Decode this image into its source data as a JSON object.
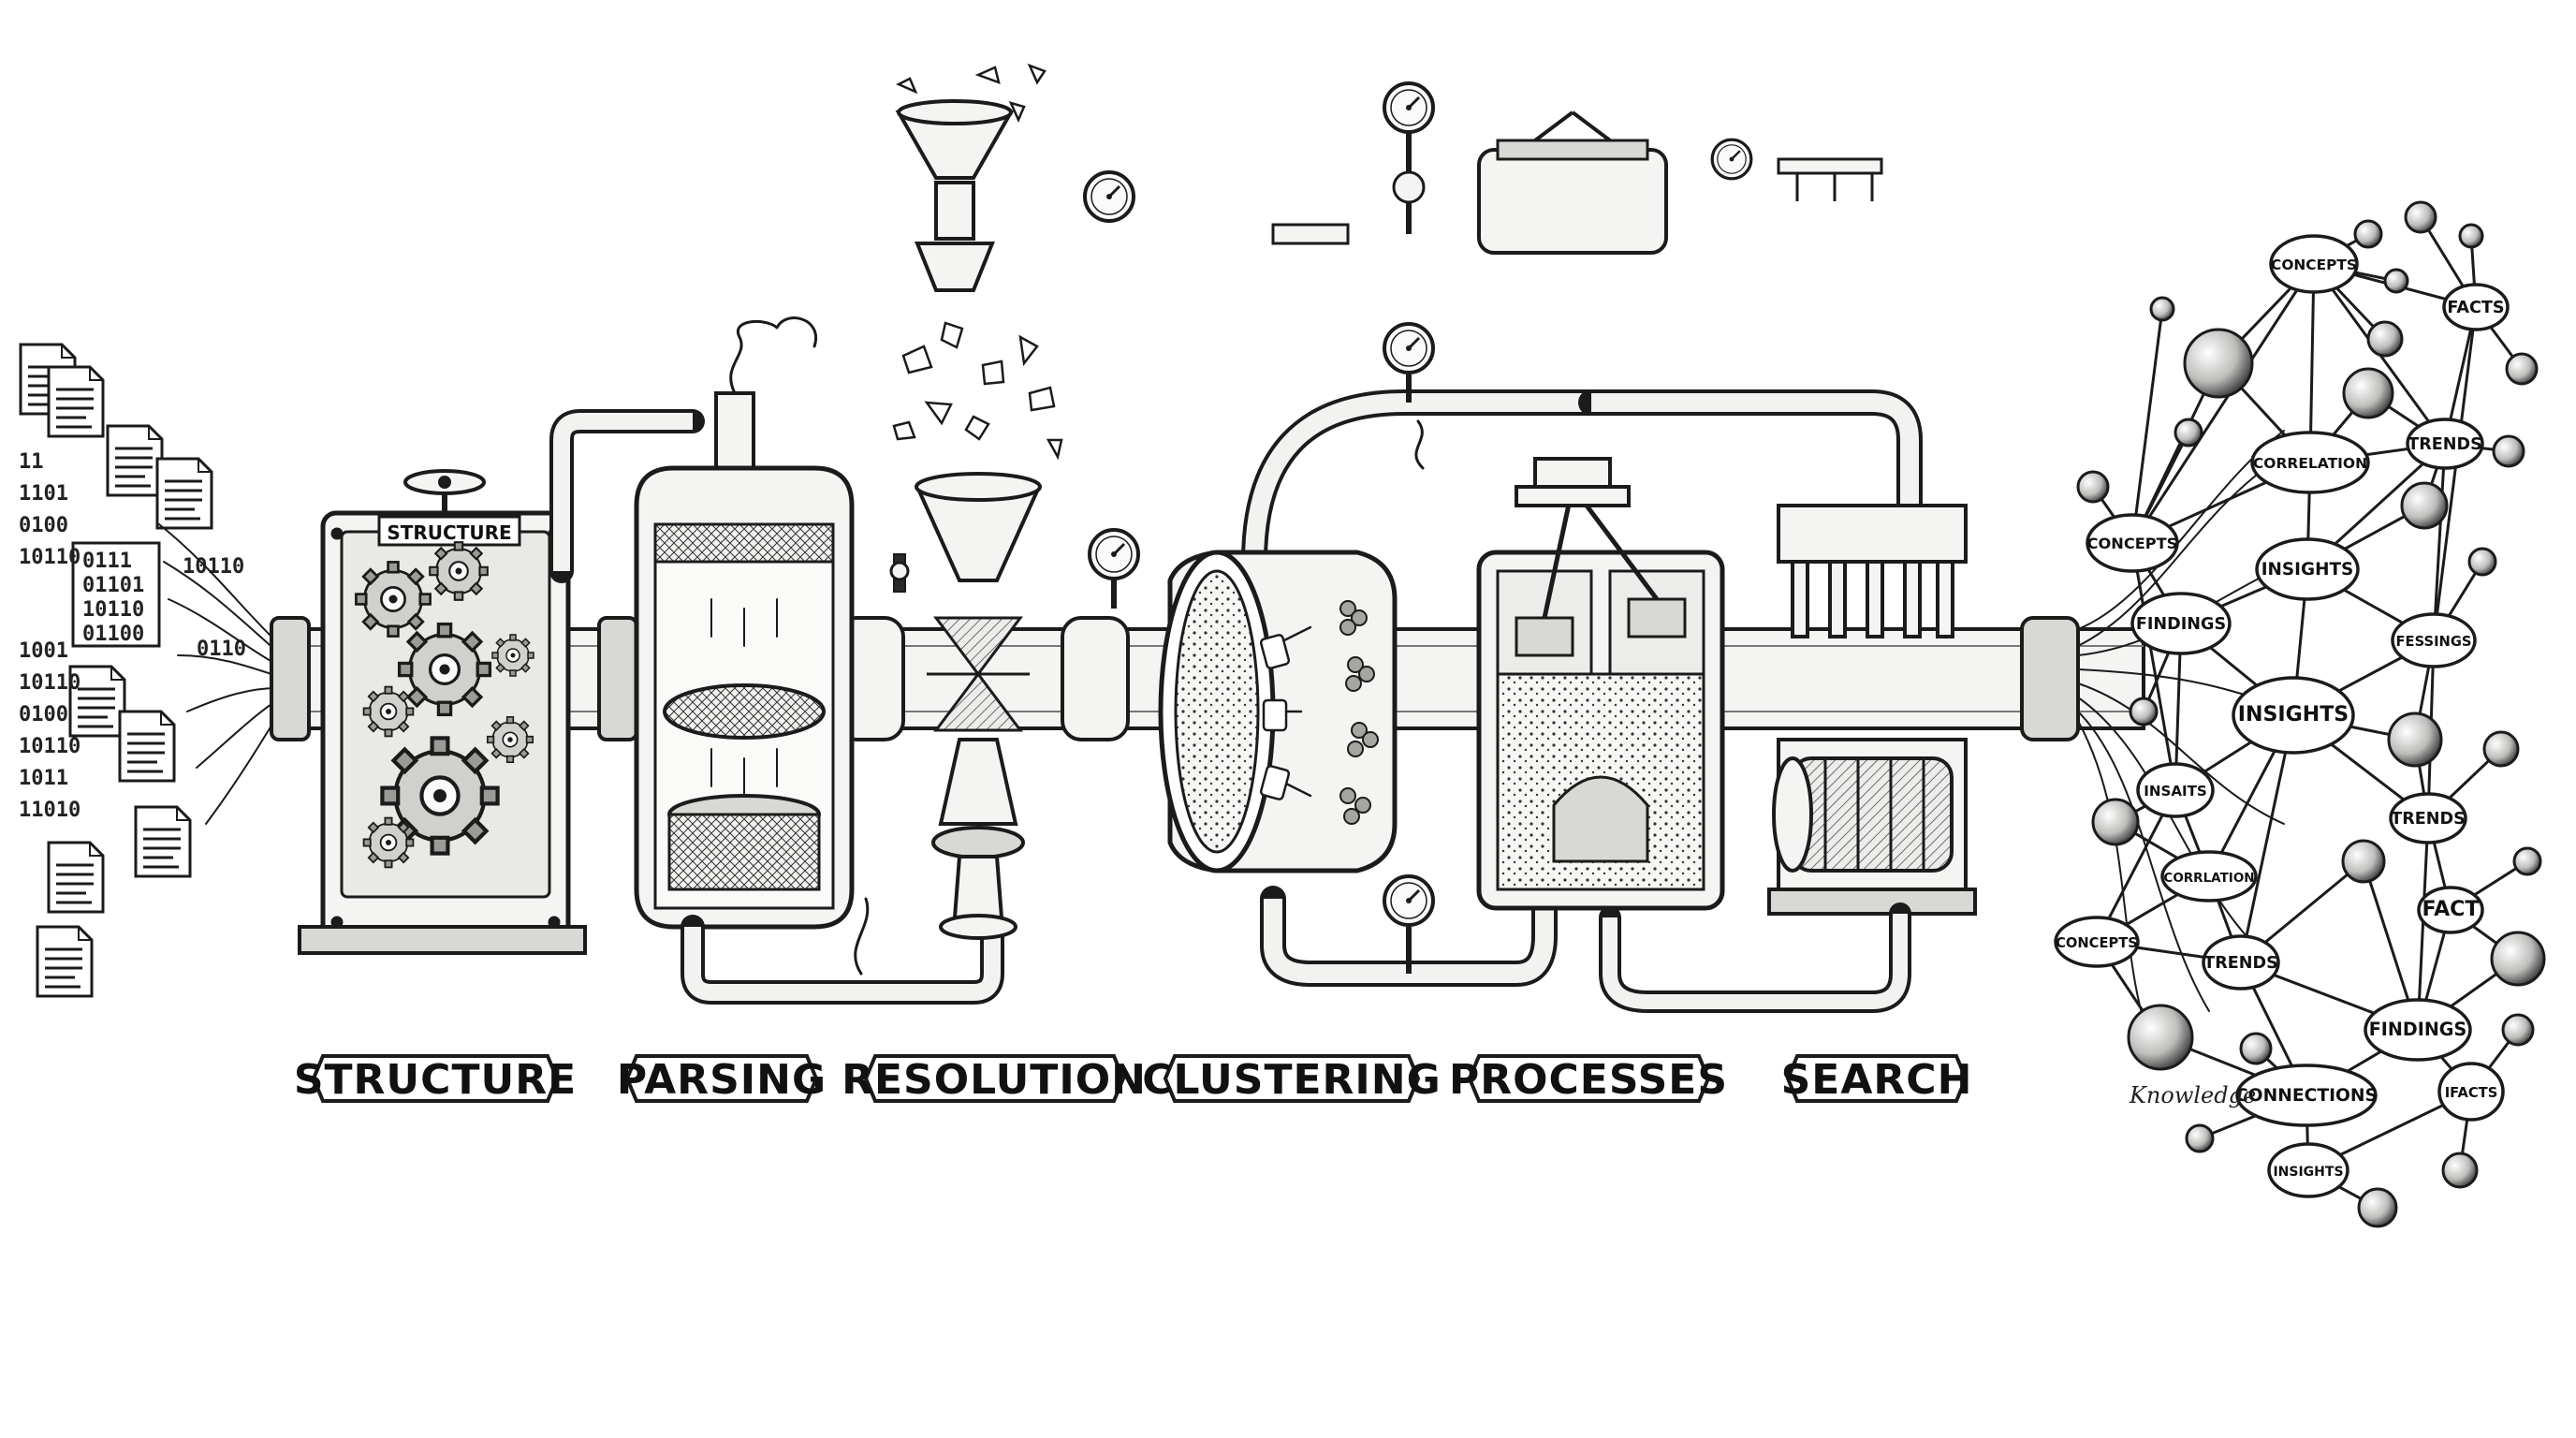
{
  "stages": [
    {
      "id": "structure",
      "label": "STRUCTURE"
    },
    {
      "id": "parsing",
      "label": "PARSING"
    },
    {
      "id": "resolution",
      "label": "RESOLUTION"
    },
    {
      "id": "clustering",
      "label": "CLUSTERING"
    },
    {
      "id": "processes",
      "label": "PROCESSES"
    },
    {
      "id": "search",
      "label": "SEARCH"
    }
  ],
  "machine_plate": "STRUCTURE",
  "binary_stream": [
    "11",
    "1101",
    "0100",
    "10110",
    "1001",
    "10110",
    "0100",
    "10110",
    "1011",
    "11010",
    "10110",
    "0110"
  ],
  "chip_code": [
    "0111",
    "01101",
    "10110",
    "01100"
  ],
  "network": {
    "nodes": [
      {
        "id": "n1",
        "label": "CONCEPTS"
      },
      {
        "id": "n2",
        "label": "FACTS"
      },
      {
        "id": "n3",
        "label": "CORRELATION"
      },
      {
        "id": "n4",
        "label": "TRENDS"
      },
      {
        "id": "n5",
        "label": "CONCEPTS"
      },
      {
        "id": "n6",
        "label": "INSIGHTS"
      },
      {
        "id": "n7",
        "label": "FINDINGS"
      },
      {
        "id": "n8",
        "label": "FESSINGS"
      },
      {
        "id": "n9",
        "label": "INSIGHTS"
      },
      {
        "id": "n10",
        "label": "INSAITS"
      },
      {
        "id": "n11",
        "label": "TRENDS"
      },
      {
        "id": "n12",
        "label": "CORRLATION"
      },
      {
        "id": "n13",
        "label": "FACT"
      },
      {
        "id": "n14",
        "label": "CONCEPTS"
      },
      {
        "id": "n15",
        "label": "TRENDS"
      },
      {
        "id": "n16",
        "label": "FINDINGS"
      },
      {
        "id": "n17",
        "label": "CONNECTIONS"
      },
      {
        "id": "n18",
        "label": "IFACTS"
      },
      {
        "id": "n19",
        "label": "INSIGHTS"
      }
    ],
    "handwritten": "Knowledge"
  }
}
